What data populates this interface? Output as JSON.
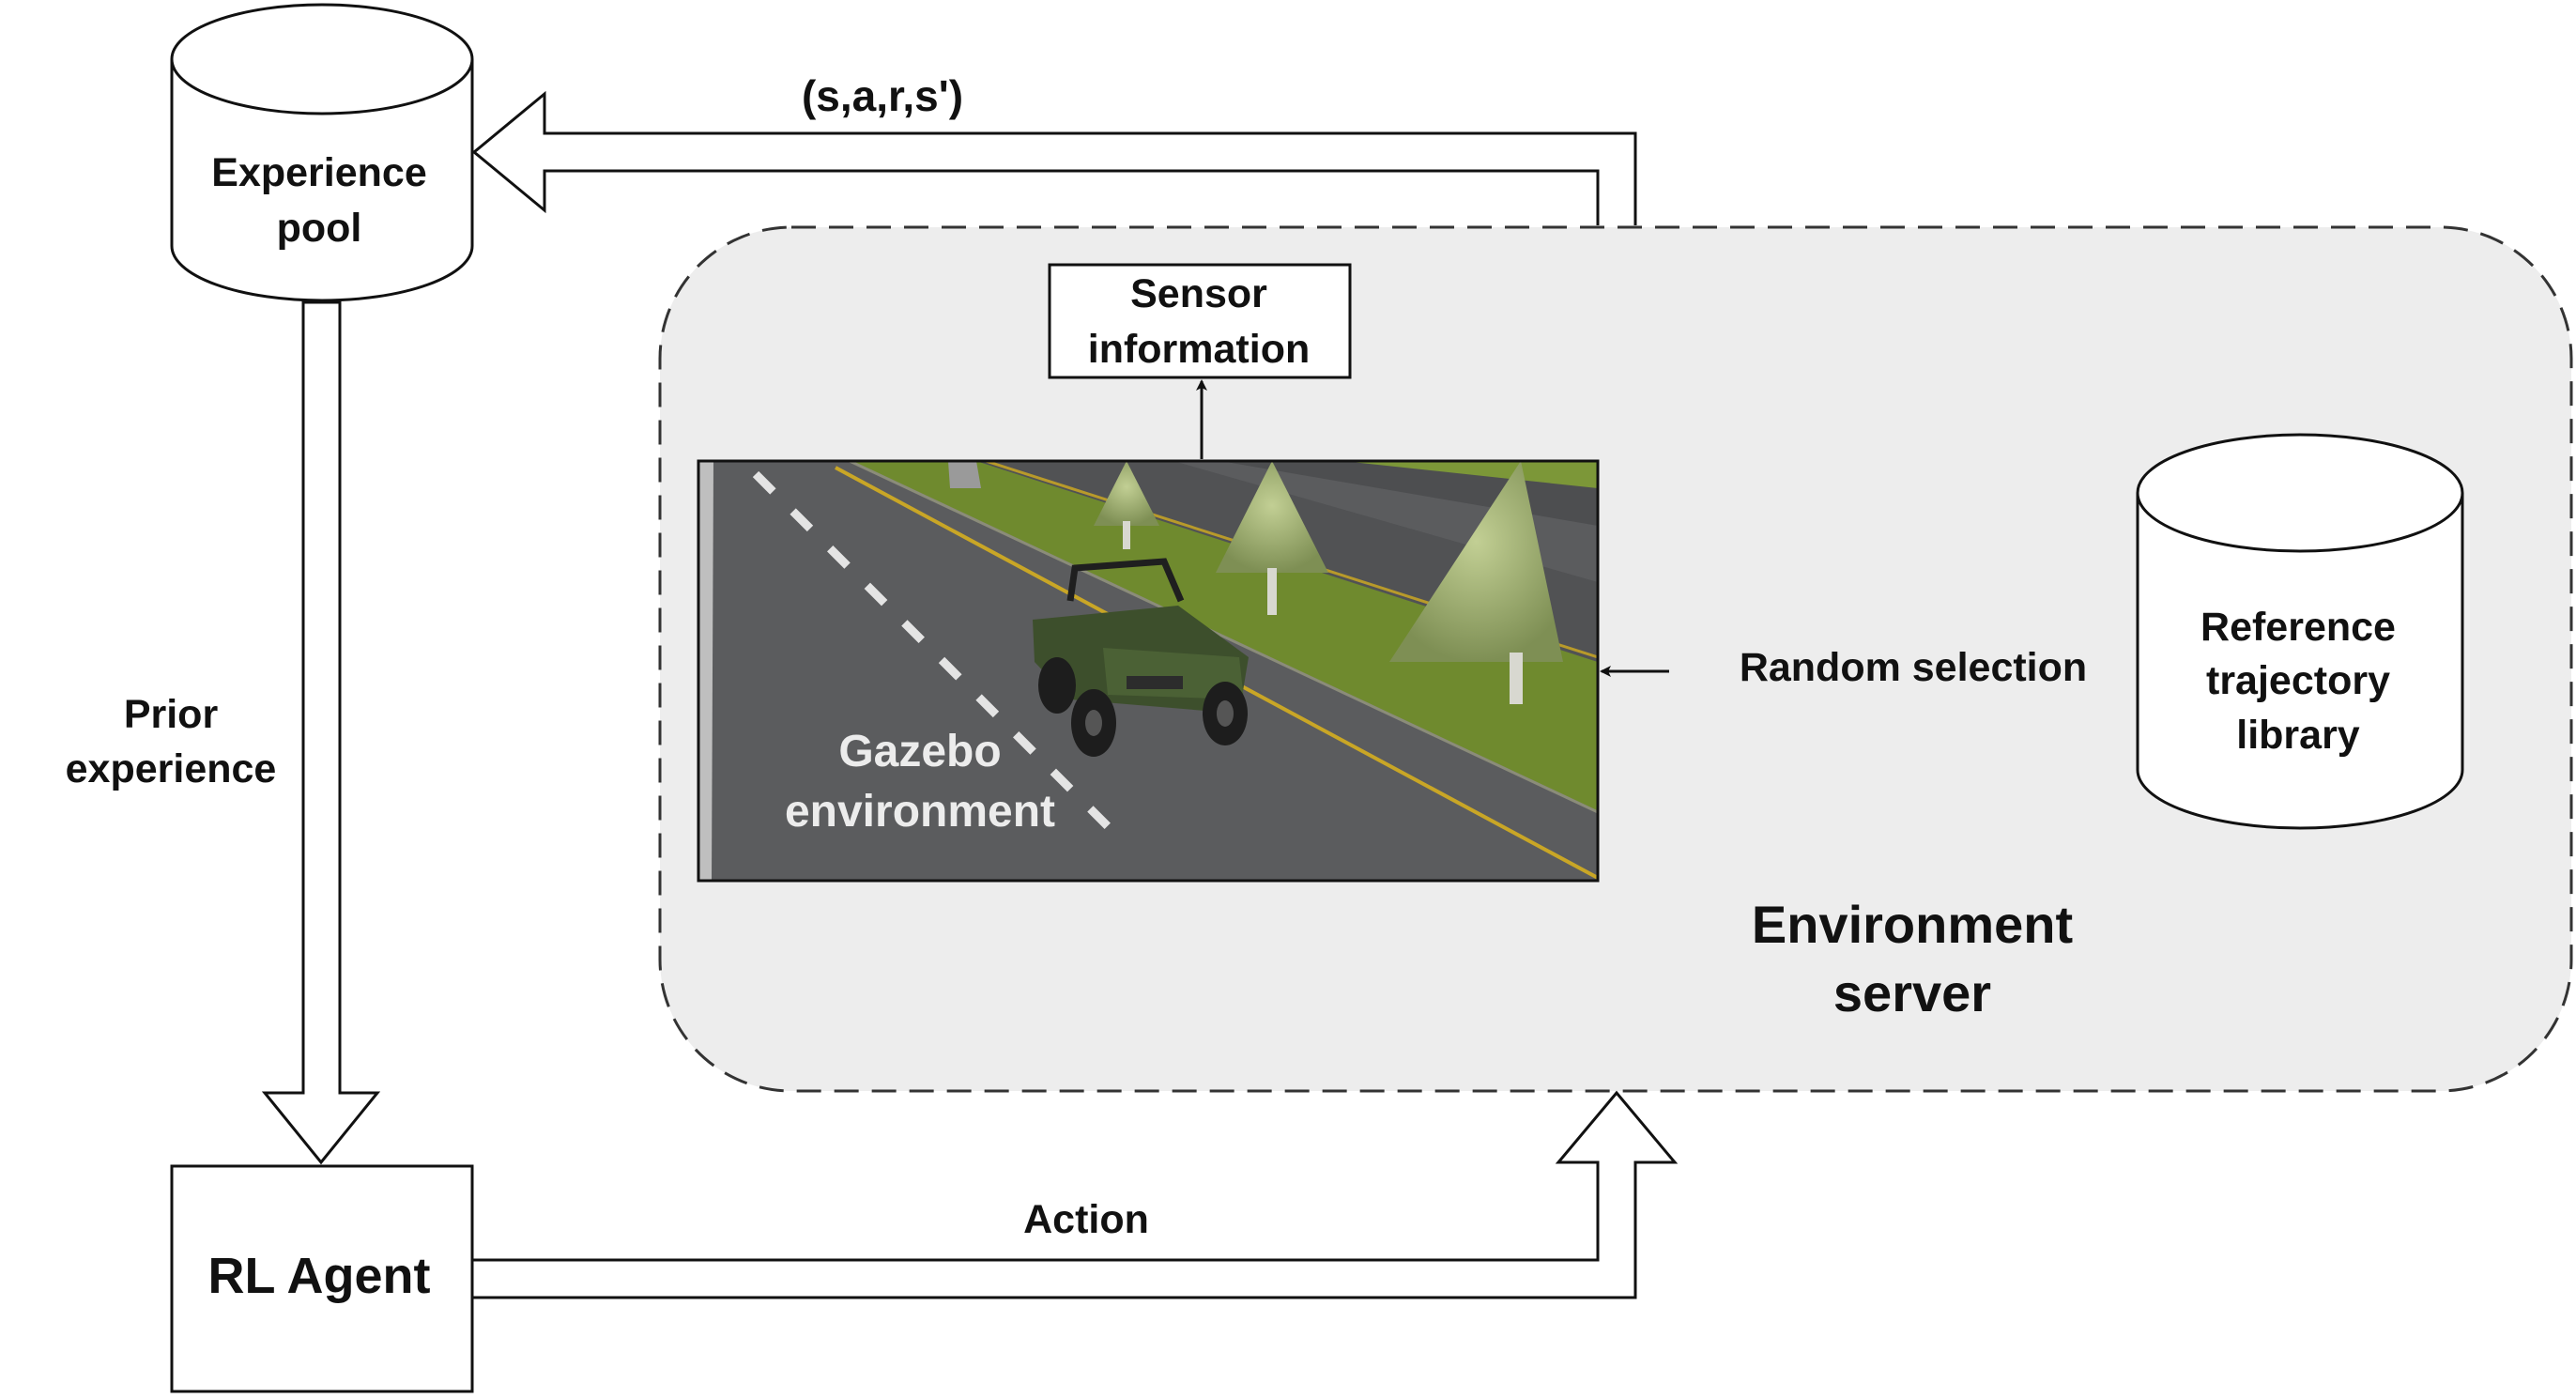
{
  "experience_pool": {
    "line1": "Experience",
    "line2": "pool"
  },
  "reference_library": {
    "line1": "Reference",
    "line2": "trajectory",
    "line3": "library"
  },
  "sensor_information": {
    "line1": "Sensor",
    "line2": "information"
  },
  "gazebo_environment": {
    "line1": "Gazebo",
    "line2": "environment"
  },
  "environment_server": {
    "line1": "Environment",
    "line2": "server"
  },
  "rl_agent": {
    "label": "RL Agent"
  },
  "arrows": {
    "transition_label": "(s,a,r,s')",
    "prior_experience_line1": "Prior",
    "prior_experience_line2": "experience",
    "random_selection": "Random selection",
    "action": "Action"
  },
  "colors": {
    "server_fill": "#ededed",
    "stroke": "#222222",
    "asphalt": "#5b5c5e",
    "grass": "#6f8a2e",
    "road_line_yellow": "#c9a626",
    "vehicle_green": "#3d4f2c"
  }
}
